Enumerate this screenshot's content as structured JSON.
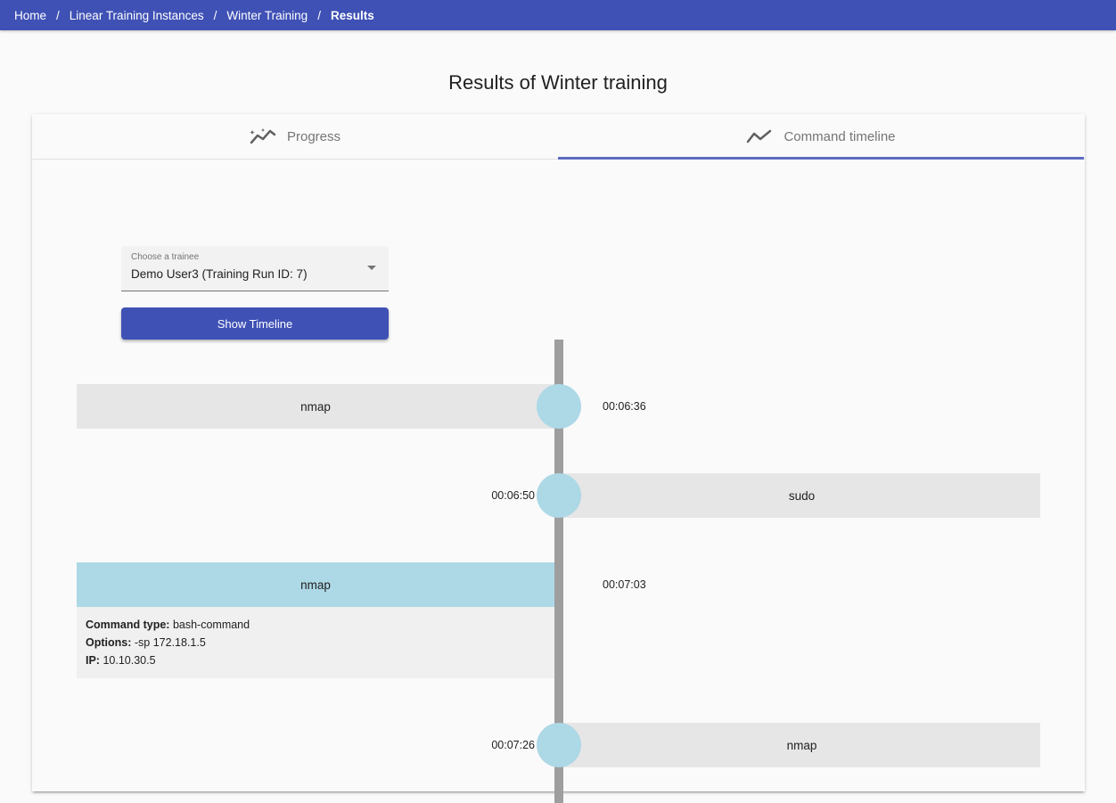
{
  "breadcrumb": {
    "items": [
      "Home",
      "Linear Training Instances",
      "Winter Training"
    ],
    "current": "Results",
    "separator": "/"
  },
  "page_title": "Results of Winter training",
  "tabs": [
    {
      "label": "Progress",
      "icon": "progress-chart-icon",
      "active": false
    },
    {
      "label": "Command timeline",
      "icon": "timeline-icon",
      "active": true
    }
  ],
  "trainee_select": {
    "label": "Choose a trainee",
    "value": "Demo User3 (Training Run ID: 7)"
  },
  "show_timeline_button": "Show Timeline",
  "timeline": {
    "entries": [
      {
        "command": "nmap",
        "time": "00:06:36",
        "side": "left",
        "expanded": false
      },
      {
        "command": "sudo",
        "time": "00:06:50",
        "side": "right",
        "expanded": false
      },
      {
        "command": "nmap",
        "time": "00:07:03",
        "side": "left",
        "expanded": true,
        "details": {
          "type_label": "Command type:",
          "type_value": "bash-command",
          "options_label": "Options:",
          "options_value": "-sp 172.18.1.5",
          "ip_label": "IP:",
          "ip_value": "10.10.30.5"
        }
      },
      {
        "command": "nmap",
        "time": "00:07:26",
        "side": "right",
        "expanded": false
      }
    ]
  },
  "colors": {
    "primary": "#3f51b5",
    "tab_indicator": "#5c6bc0",
    "timeline_dot": "#add8e6",
    "timeline_line": "#9e9e9e",
    "entry_bg": "#e6e6e6"
  }
}
